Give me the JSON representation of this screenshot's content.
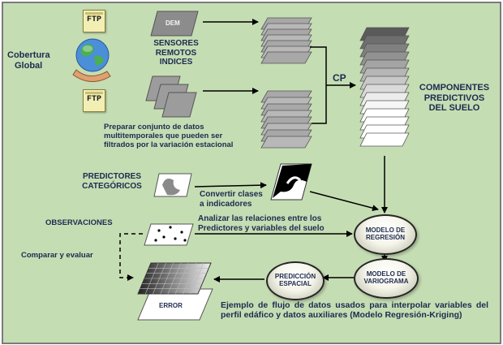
{
  "texts": {
    "cobertura": "Cobertura",
    "global": "Global",
    "ftp_top": "FTP",
    "ftp_bottom": "FTP",
    "dem": "DEM",
    "sensores": "SENSORES",
    "remotos": "REMOTOS",
    "indices": "INDICES",
    "preparar_1": "Preparar conjunto  de datos",
    "preparar_2": "multitemporales que pueden ser",
    "preparar_3": "filtrados por la  variación estacional",
    "cp": "CP",
    "componentes_1": "COMPONENTES",
    "componentes_2": "PREDICTIVOS",
    "componentes_3": "DEL SUELO",
    "predictores_1": "PREDICTORES",
    "predictores_2": "CATEGÓRICOS",
    "convertir_1": "Convertir clases",
    "convertir_2": "a indicadores",
    "observaciones": "OBSERVACIONES",
    "analizar_1": "Analizar las relaciones entre los",
    "analizar_2": "Predictores y variables del suelo",
    "comparar": "Comparar y evaluar",
    "error": "ERROR",
    "caption": "Ejemplo de flujo de datos usados para interpolar variables del perfil edáfico y datos auxiliares (Modelo Regresión-Kriging)"
  },
  "nodes": {
    "modelo_regresion_1": "MODELO DE",
    "modelo_regresion_2": "REGRESIÓN",
    "modelo_variograma_1": "MODELO DE",
    "modelo_variograma_2": "VARIOGRAMA",
    "prediccion_1": "PREDICCIÓN",
    "prediccion_2": "ESPACIAL"
  },
  "colors": {
    "background": "#c5ddb3",
    "text": "#1f2a4f",
    "layer_gray": "#9a9a9a",
    "layer_light": "#f2f2f2"
  }
}
